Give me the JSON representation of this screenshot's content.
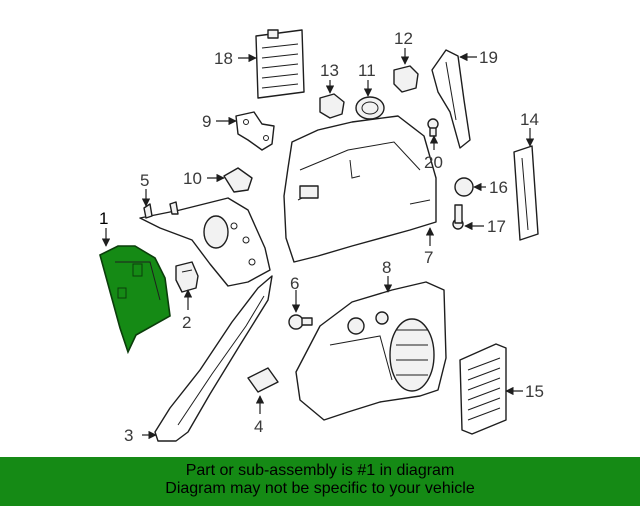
{
  "diagram": {
    "highlight_color": "#158a15",
    "callouts": [
      {
        "id": "c1",
        "label": "1"
      },
      {
        "id": "c2",
        "label": "2"
      },
      {
        "id": "c3",
        "label": "3"
      },
      {
        "id": "c4",
        "label": "4"
      },
      {
        "id": "c5",
        "label": "5"
      },
      {
        "id": "c6",
        "label": "6"
      },
      {
        "id": "c7",
        "label": "7"
      },
      {
        "id": "c8",
        "label": "8"
      },
      {
        "id": "c9",
        "label": "9"
      },
      {
        "id": "c10",
        "label": "10"
      },
      {
        "id": "c11",
        "label": "11"
      },
      {
        "id": "c12",
        "label": "12"
      },
      {
        "id": "c13",
        "label": "13"
      },
      {
        "id": "c14",
        "label": "14"
      },
      {
        "id": "c15",
        "label": "15"
      },
      {
        "id": "c16",
        "label": "16"
      },
      {
        "id": "c17",
        "label": "17"
      },
      {
        "id": "c18",
        "label": "18"
      },
      {
        "id": "c19",
        "label": "19"
      },
      {
        "id": "c20",
        "label": "20"
      }
    ]
  },
  "banner": {
    "line1": "Part or sub-assembly is #1 in diagram",
    "line2": "Diagram may not be specific to your vehicle",
    "color": "#158a15"
  }
}
